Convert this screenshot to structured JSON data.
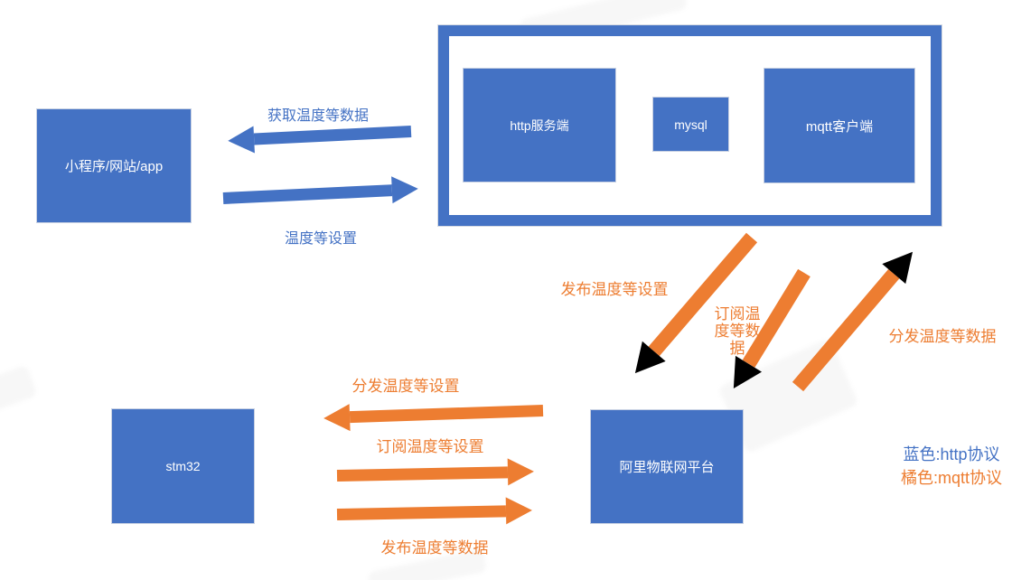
{
  "colors": {
    "blue": "#4472C4",
    "orange": "#ED7D31"
  },
  "nodes": {
    "app": {
      "label": "小程序/网站/app"
    },
    "http_server": {
      "label": "http服务端"
    },
    "mysql": {
      "label": "mysql"
    },
    "mqtt_client": {
      "label": "mqtt客户端"
    },
    "stm32": {
      "label": "stm32"
    },
    "ali_iot": {
      "label": "阿里物联网平台"
    }
  },
  "arrows": {
    "get_data": {
      "label": "获取温度等数据",
      "color": "blue",
      "direction": "left"
    },
    "set_temp": {
      "label": "温度等设置",
      "color": "blue",
      "direction": "right"
    },
    "publish_settings": {
      "label": "发布温度等设置",
      "color": "orange",
      "direction": "down-left"
    },
    "subscribe_data": {
      "label": "订阅温度等数据",
      "color": "orange",
      "direction": "down-left"
    },
    "distribute_data": {
      "label": "分发温度等数据",
      "color": "orange",
      "direction": "up-right"
    },
    "distribute_settings": {
      "label": "分发温度等设置",
      "color": "orange",
      "direction": "left"
    },
    "subscribe_settings": {
      "label": "订阅温度等设置",
      "color": "orange",
      "direction": "right"
    },
    "publish_data": {
      "label": "发布温度等数据",
      "color": "orange",
      "direction": "right"
    }
  },
  "legend": {
    "http": "蓝色:http协议",
    "mqtt": "橘色:mqtt协议"
  }
}
